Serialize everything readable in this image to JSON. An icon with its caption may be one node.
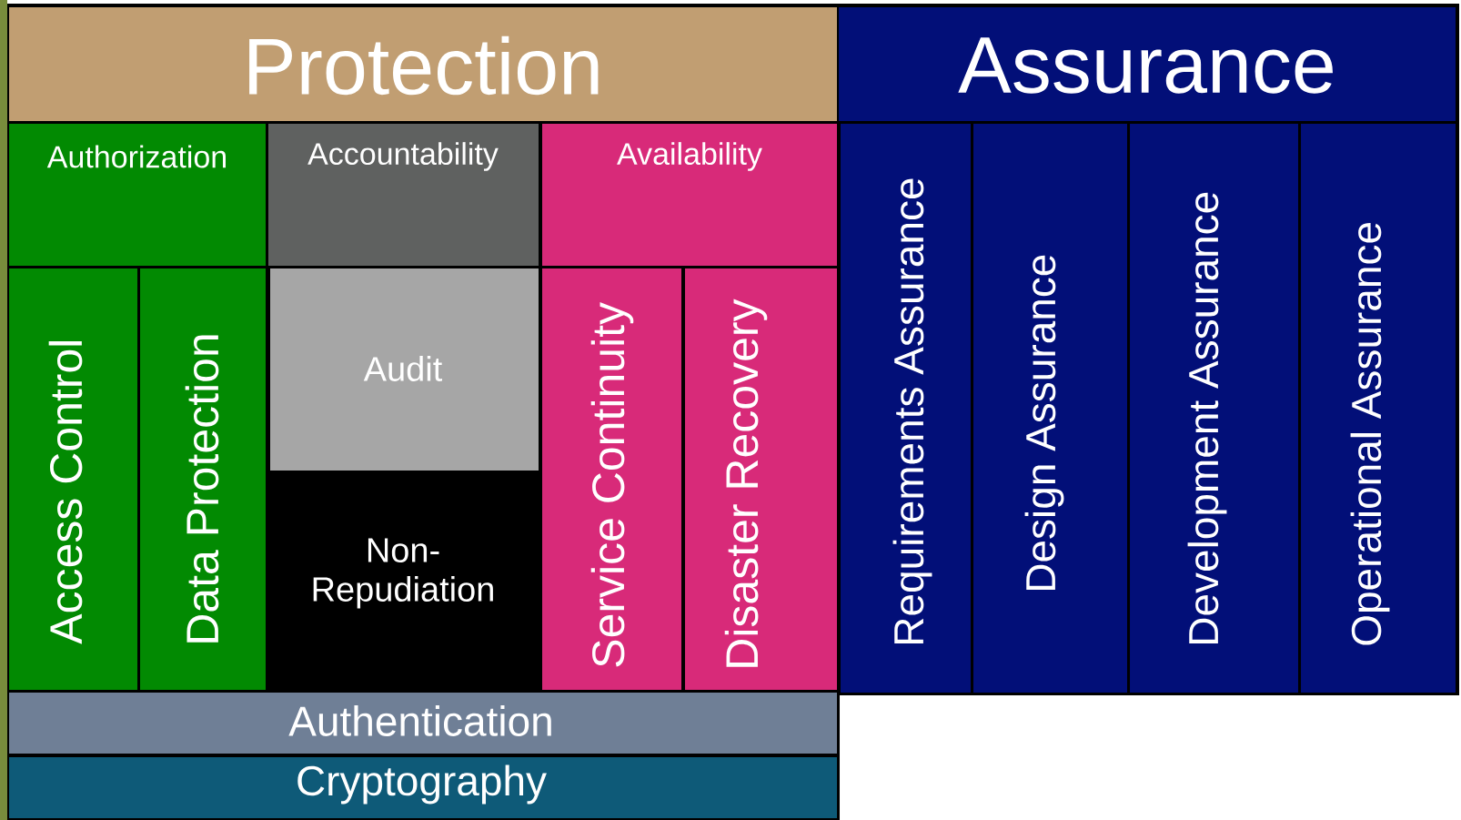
{
  "diagram": {
    "nodes": [
      {
        "text": [
          "Protection"
        ]
      },
      {
        "text": [
          "Assurance"
        ]
      },
      {
        "text": [
          "Authorization"
        ]
      },
      {
        "text": [
          "Accountability"
        ]
      },
      {
        "text": [
          "Availability"
        ]
      },
      {
        "text": [
          "Access Control"
        ]
      },
      {
        "text": [
          "Data Protection"
        ]
      },
      {
        "text": [
          "Audit"
        ]
      },
      {
        "text": [
          "Non-Repudiation"
        ]
      },
      {
        "text": [
          "Service Continuity"
        ]
      },
      {
        "text": [
          "Disaster Recovery"
        ]
      },
      {
        "text": [
          "Requirements Assurance"
        ]
      },
      {
        "text": [
          "Design Assurance"
        ]
      },
      {
        "text": [
          "Development Assurance"
        ]
      },
      {
        "text": [
          "Operational Assurance"
        ]
      },
      {
        "text": [
          "Authentication"
        ]
      },
      {
        "text": [
          "Cryptography"
        ]
      }
    ]
  }
}
